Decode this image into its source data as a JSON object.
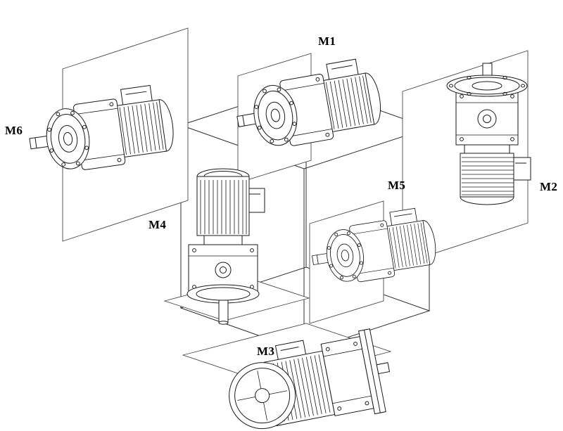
{
  "diagram": {
    "labels": {
      "m1": "M1",
      "m2": "M2",
      "m3": "M3",
      "m4": "M4",
      "m5": "M5",
      "m6": "M6"
    }
  },
  "colors": {
    "line": "#1a1a1a",
    "background": "#ffffff"
  }
}
